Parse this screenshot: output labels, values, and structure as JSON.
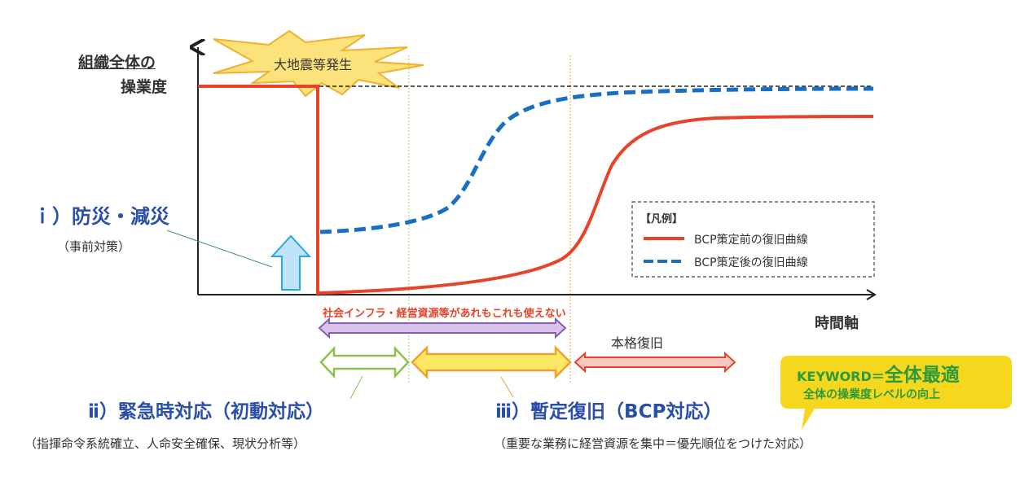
{
  "y_axis_label_line1": "組織全体の",
  "y_axis_label_line2": "操業度",
  "x_axis_label": "時間軸",
  "event_label": "大地震等発生",
  "phase_i": {
    "title": "ｉ）防災・減災",
    "subtitle": "（事前対策）"
  },
  "legend": {
    "title": "【凡例】",
    "items": [
      {
        "label": "BCP策定前の復旧曲線",
        "color": "#e8432a",
        "style": "solid"
      },
      {
        "label": "BCP策定後の復旧曲線",
        "color": "#1a6fc4",
        "style": "dashed"
      }
    ]
  },
  "unavailable_label": "社会インフラ・経営資源等があれもこれも使えない",
  "full_recovery_label": "本格復旧",
  "phase_ii": {
    "title": "ⅱ）緊急時対応（初動対応）",
    "subtitle": "（指揮命令系統確立、人命安全確保、現状分析等）"
  },
  "phase_iii": {
    "title": "ⅲ）暫定復旧（BCP対応）",
    "subtitle": "（重要な業務に経営資源を集中＝優先順位をつけた対応）"
  },
  "keyword": {
    "prefix": "KEYWORD＝",
    "main": "全体最適",
    "sub": "全体の操業度レベルの向上"
  },
  "colors": {
    "red": "#e8432a",
    "blue": "#1a6fc4",
    "title_blue": "#2a4fa8",
    "keyword_bg": "#f5d81e",
    "keyword_text": "#2e9a3c"
  }
}
